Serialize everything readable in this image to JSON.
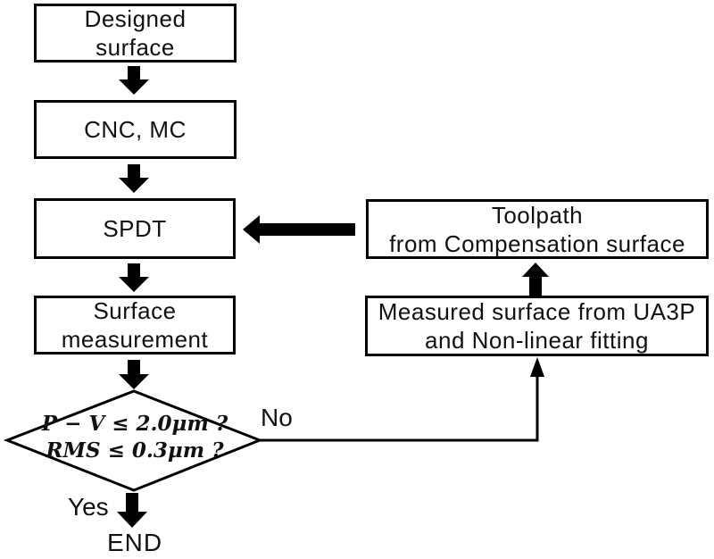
{
  "colors": {
    "background": "#ffffff",
    "stroke": "#000000",
    "text": "#111111"
  },
  "nodes": {
    "designed_surface": {
      "label": "Designed\nsurface"
    },
    "cnc_mc": {
      "label": "CNC, MC"
    },
    "spdt": {
      "label": "SPDT"
    },
    "surface_measurement": {
      "label": "Surface\nmeasurement"
    },
    "toolpath": {
      "label": "Toolpath\nfrom Compensation surface"
    },
    "measured_surface": {
      "label": "Measured surface from UA3P\nand Non-linear fitting"
    },
    "decision": {
      "line1": "P − V  ≤ 2.0μm ?",
      "line2": "RMS ≤ 0.3μm ?"
    },
    "end": {
      "label": "END"
    }
  },
  "edge_labels": {
    "yes": "Yes",
    "no": "No"
  }
}
